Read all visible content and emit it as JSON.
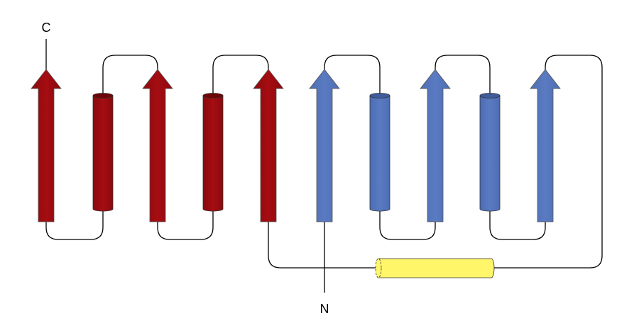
{
  "diagram": {
    "type": "protein topology diagram",
    "terminus_labels": {
      "c_terminus": "C",
      "n_terminus": "N"
    },
    "colors": {
      "domain1": "#9b0b0f",
      "domain2": "#5575bc",
      "helix_linker": "#fff66a"
    },
    "elements": [
      {
        "kind": "strand",
        "domain": "domain1"
      },
      {
        "kind": "helix",
        "domain": "domain1"
      },
      {
        "kind": "strand",
        "domain": "domain1"
      },
      {
        "kind": "helix",
        "domain": "domain1"
      },
      {
        "kind": "strand",
        "domain": "domain1"
      },
      {
        "kind": "strand",
        "domain": "domain2"
      },
      {
        "kind": "helix",
        "domain": "domain2"
      },
      {
        "kind": "strand",
        "domain": "domain2"
      },
      {
        "kind": "helix",
        "domain": "domain2"
      },
      {
        "kind": "strand",
        "domain": "domain2"
      },
      {
        "kind": "helix",
        "domain": "helix_linker"
      }
    ]
  }
}
